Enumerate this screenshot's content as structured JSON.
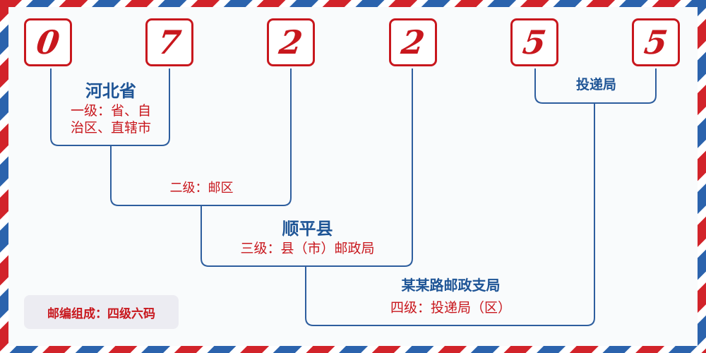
{
  "postcode": {
    "digits": [
      "0",
      "7",
      "2",
      "2",
      "5",
      "5"
    ]
  },
  "level1": {
    "title": "河北省",
    "desc_line1": "一级：省、自",
    "desc_line2": "治区、直辖市"
  },
  "level2": {
    "desc": "二级：邮区"
  },
  "level3": {
    "title": "顺平县",
    "desc": "三级：县（市）邮政局"
  },
  "level4": {
    "title": "某某路邮政支局",
    "desc": "四级：投递局（区）"
  },
  "delivery": {
    "title": "投递局"
  },
  "info": {
    "text": "邮编组成：四级六码"
  },
  "colors": {
    "red": "#c8171d",
    "blue": "#1f5596",
    "line_blue": "#2e5e9e",
    "stripe_blue": "#2b63ad",
    "stripe_red": "#d2232a"
  }
}
